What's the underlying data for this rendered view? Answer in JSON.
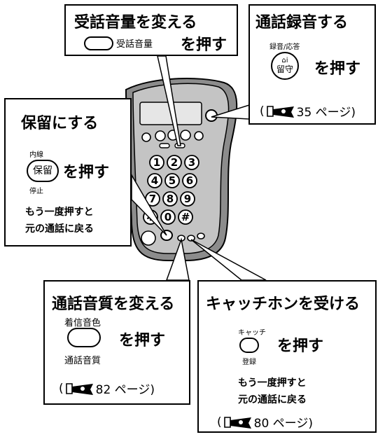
{
  "top_left": {
    "title": "受話音量を変える",
    "button_label": "受話音量",
    "action": "を押す"
  },
  "top_right": {
    "title": "通話録音する",
    "button_top_label": "録音/応答",
    "button_text": "留守",
    "action": "を押す",
    "ref_open": "(",
    "ref_page": "35 ページ)"
  },
  "left": {
    "title": "保留にする",
    "button_top_label": "内線",
    "button_text": "保留",
    "button_bottom_label": "停止",
    "action": "を押す",
    "note_line1": "もう一度押すと",
    "note_line2": "元の通話に戻る"
  },
  "bottom_left": {
    "title": "通話音質を変える",
    "button_top_label": "着信音色",
    "button_bottom_label": "通話音質",
    "action": "を押す",
    "ref_open": "(",
    "ref_page": "82 ページ)"
  },
  "bottom_right": {
    "title": "キャッチホンを受ける",
    "button_top_label": "キャッチ",
    "button_bottom_label": "登録",
    "action": "を押す",
    "note_line1": "もう一度押すと",
    "note_line2": "元の通話に戻る",
    "ref_open": "(",
    "ref_page": "80 ページ)"
  },
  "phone": {
    "keys": [
      "1",
      "2",
      "3",
      "4",
      "5",
      "6",
      "7",
      "8",
      "9",
      "✱",
      "0",
      "#"
    ]
  },
  "colors": {
    "phone_body": "#bfbfbf",
    "phone_dark": "#8c8c8c",
    "line": "#000000",
    "background": "#ffffff"
  }
}
